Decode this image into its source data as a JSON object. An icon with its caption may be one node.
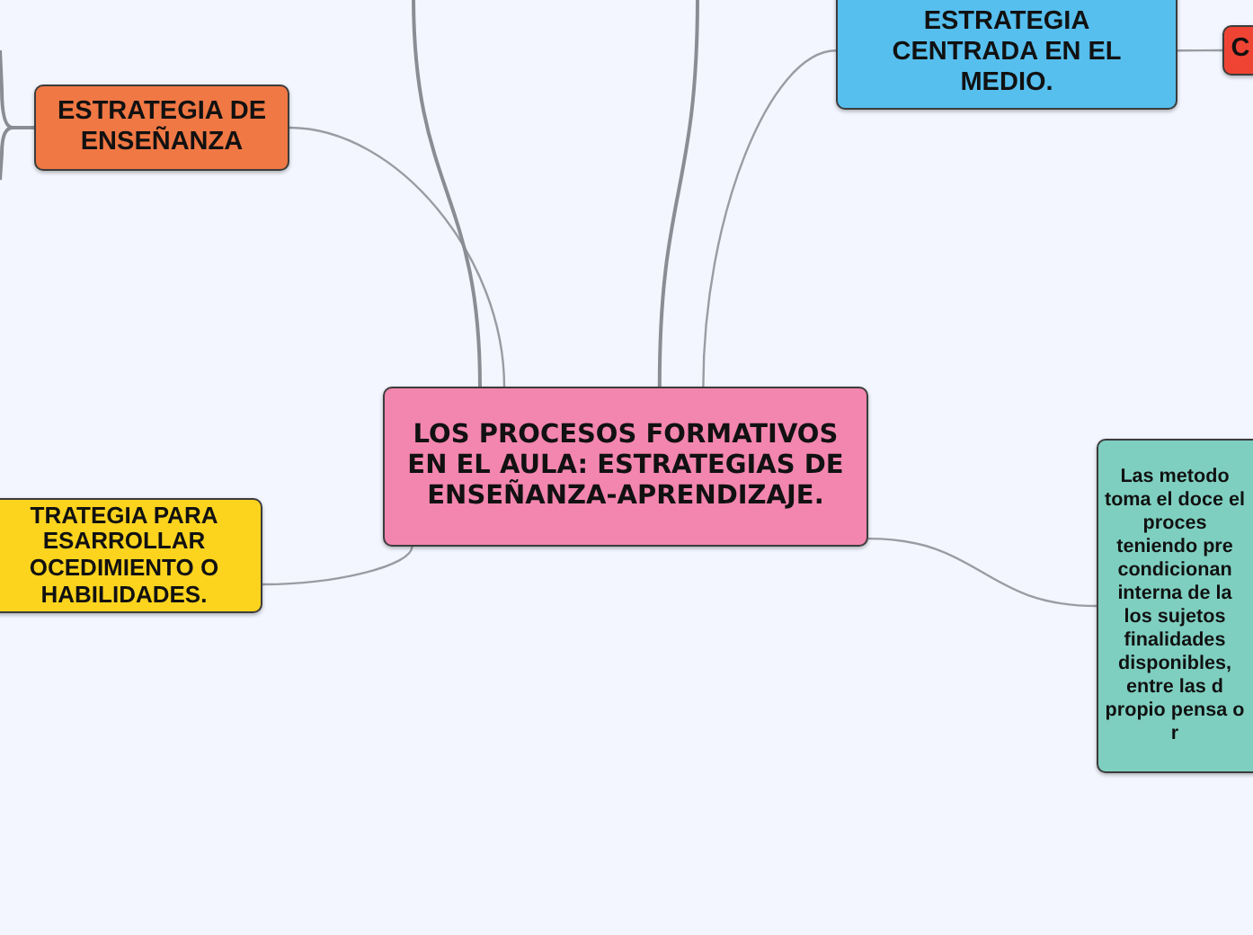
{
  "diagram": {
    "nodes": [
      {
        "text": [
          "LOS PROCESOS FORMATIVOS EN EL AULA: ESTRATEGIAS DE ENSEÑANZA-APRENDIZAJE."
        ]
      },
      {
        "text": [
          "ESTRATEGIA DE ENSEÑANZA"
        ]
      },
      {
        "text": [
          "ESTRATEGIA CENTRADA EN EL MEDIO."
        ]
      },
      {
        "text": [
          "C"
        ]
      },
      {
        "text": [
          "TRATEGIA PARA ESARROLLAR OCEDIMIENTO O HABILIDADES."
        ]
      },
      {
        "text": [
          "Las metodo toma el doce el proces teniendo pre condicionan interna de la los sujetos finalidades disponibles, entre las d propio pensa o r"
        ]
      }
    ],
    "edges": [
      {
        "from": 0,
        "to": 1,
        "arrow": "none"
      },
      {
        "from": 0,
        "to": 2,
        "arrow": "none"
      },
      {
        "from": 2,
        "to": 3,
        "arrow": "none"
      },
      {
        "from": 0,
        "to": 4,
        "arrow": "none"
      },
      {
        "from": 0,
        "to": 5,
        "arrow": "none"
      },
      {
        "from": 0,
        "to": null,
        "arrow": "none"
      },
      {
        "from": 0,
        "to": null,
        "arrow": "none"
      },
      {
        "from": 1,
        "to": null,
        "arrow": "none"
      },
      {
        "from": 1,
        "to": null,
        "arrow": "none"
      }
    ]
  }
}
